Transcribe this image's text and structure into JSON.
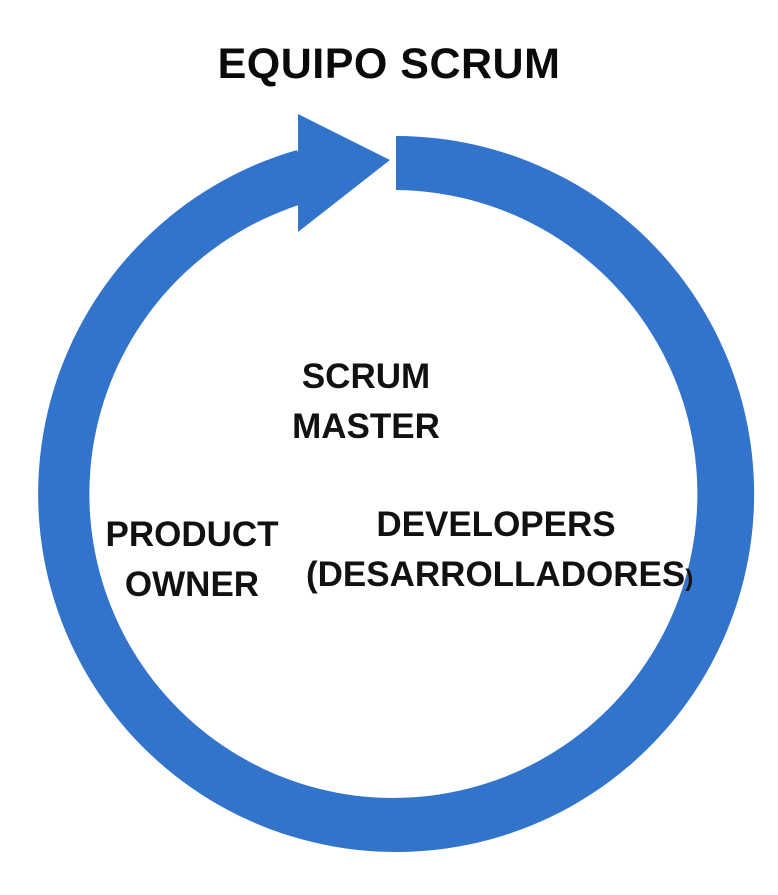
{
  "title": "EQUIPO SCRUM",
  "colors": {
    "cycle_arrow": "#3273cc",
    "text": "#111111",
    "background": "#ffffff"
  },
  "roles": {
    "scrum_master": {
      "line1": "SCRUM",
      "line2": "MASTER"
    },
    "product_owner": {
      "line1": "PRODUCT",
      "line2": "OWNER"
    },
    "developers": {
      "line1": "DEVELOPERS",
      "line2": "(DESARROLLADORES",
      "line2_tail": ")"
    }
  }
}
